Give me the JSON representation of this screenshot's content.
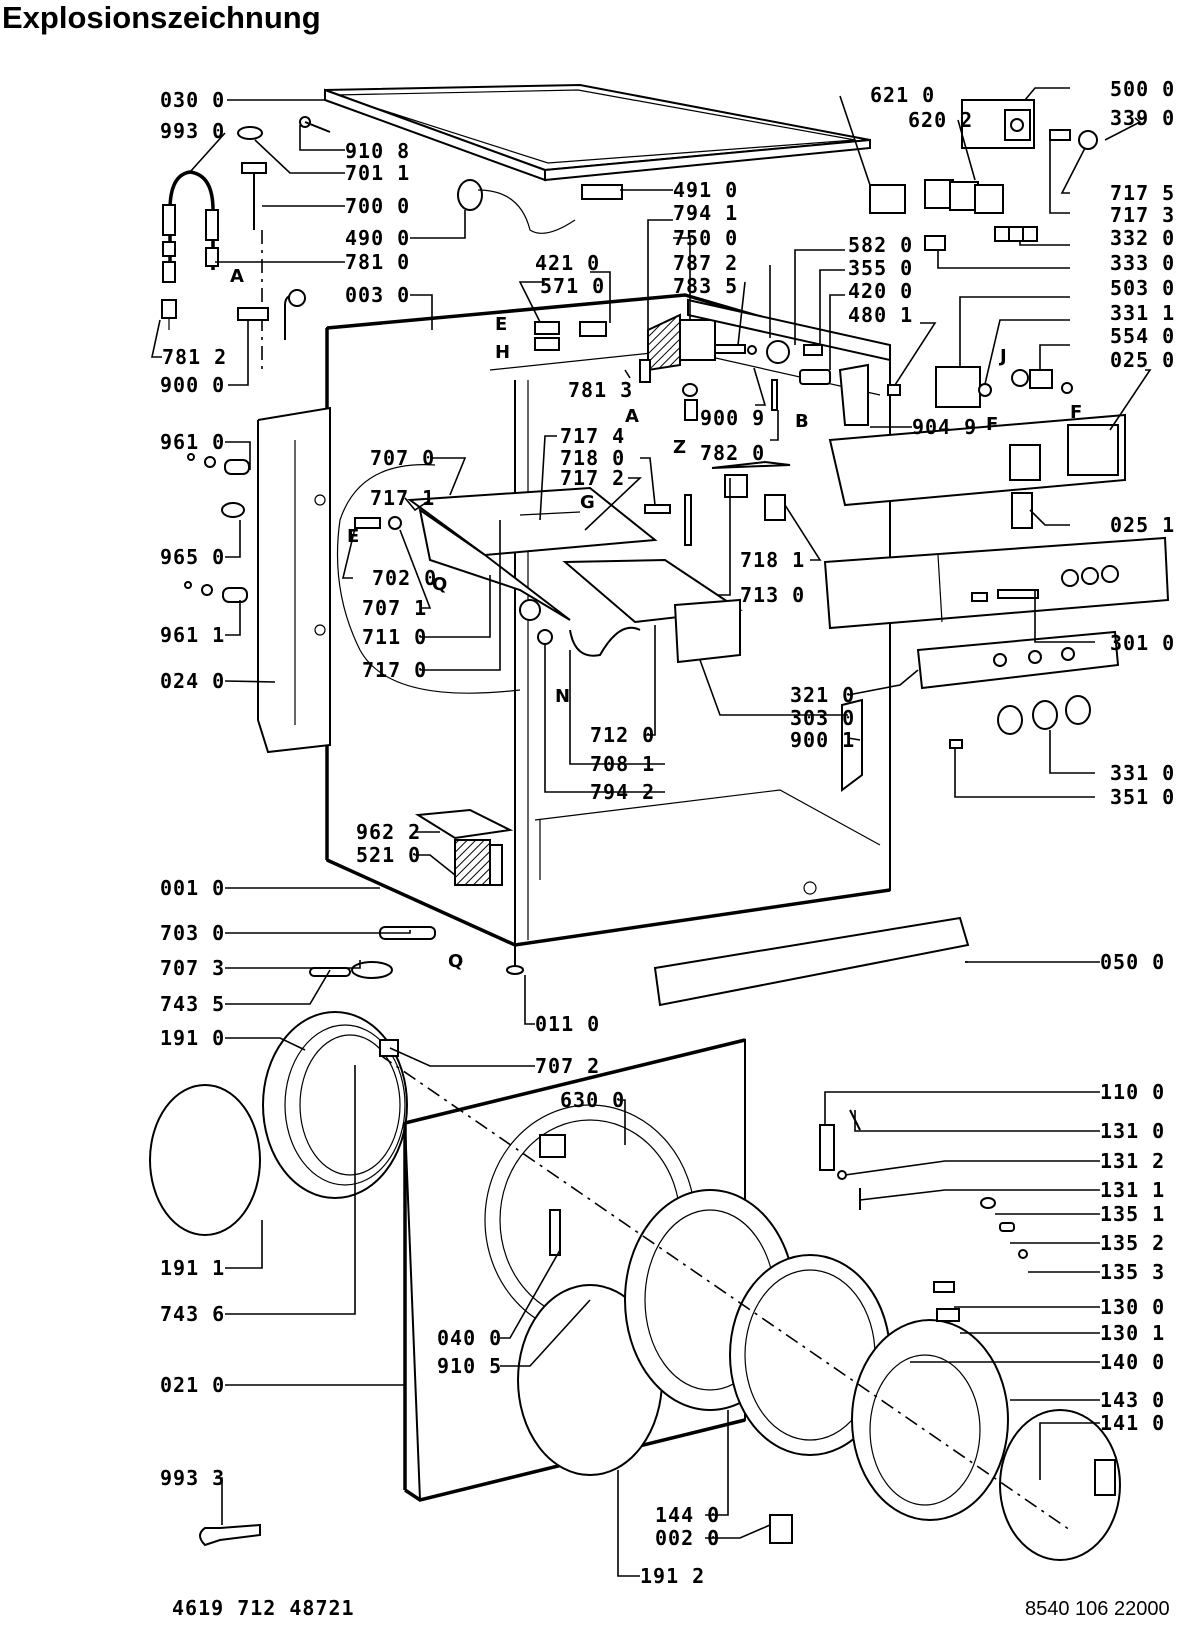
{
  "title": "Explosionszeichnung",
  "footer": {
    "left_code": "4619 712 48721",
    "right_code": "8540 106 22000"
  },
  "callouts": {
    "p0300": "030 0",
    "p9930": "993 0",
    "p9108": "910 8",
    "p7011": "701 1",
    "p7000": "700 0",
    "p4900": "490 0",
    "p7810": "781 0",
    "p0030": "003 0",
    "p7812": "781 2",
    "p9000": "900 0",
    "p4910": "491 0",
    "p7941": "794 1",
    "p7500": "750 0",
    "p4210": "421 0",
    "p5710": "571 0",
    "p7872": "787 2",
    "p7835": "783 5",
    "p7813": "781 3",
    "p9009": "900 9",
    "p7820": "782 0",
    "p6210": "621 0",
    "p6202": "620 2",
    "p5000": "500 0",
    "p3390": "339 0",
    "p7175": "717 5",
    "p7173": "717 3",
    "p3320": "332 0",
    "p3330": "333 0",
    "p5820": "582 0",
    "p3550": "355 0",
    "p4200": "420 0",
    "p4801": "480 1",
    "p5030": "503 0",
    "p3311": "331 1",
    "p5540": "554 0",
    "p0250": "025 0",
    "p9049": "904 9",
    "p0251": "025 1",
    "p3010": "301 0",
    "p3210": "321 0",
    "p3030": "303 0",
    "p9001": "900 1",
    "p3310": "331 0",
    "p3510": "351 0",
    "p9610": "961 0",
    "p9650": "965 0",
    "p9611": "961 1",
    "p0240": "024 0",
    "p7070": "707 0",
    "p7171": "717 1",
    "p7020": "702 0",
    "p7071": "707 1",
    "p7110": "711 0",
    "p7170": "717 0",
    "p7174": "717 4",
    "p7180": "718 0",
    "p7172": "717 2",
    "p7181": "718 1",
    "p7130": "713 0",
    "p7120": "712 0",
    "p7081": "708 1",
    "p7942": "794 2",
    "p9622": "962 2",
    "p5210": "521 0",
    "p0010": "001 0",
    "p7030": "703 0",
    "p7073": "707 3",
    "p7435": "743 5",
    "p1910": "191 0",
    "p0110": "011 0",
    "p7072": "707 2",
    "p6300": "630 0",
    "p0500": "050 0",
    "p1100": "110 0",
    "p1310": "131 0",
    "p1312": "131 2",
    "p1311": "131 1",
    "p1351": "135 1",
    "p1352": "135 2",
    "p1353": "135 3",
    "p1300": "130 0",
    "p1301": "130 1",
    "p1400": "140 0",
    "p1430": "143 0",
    "p1410": "141 0",
    "p1911": "191 1",
    "p7436": "743 6",
    "p0400": "040 0",
    "p9105": "910 5",
    "p0210": "021 0",
    "p9933": "993 3",
    "p1440": "144 0",
    "p0020": "002 0",
    "p1912": "191 2"
  },
  "letters": {
    "A": "A",
    "E": "E",
    "H": "H",
    "Z": "Z",
    "B": "B",
    "J": "J",
    "F": "F",
    "G": "G",
    "Q": "Q",
    "N": "N"
  }
}
